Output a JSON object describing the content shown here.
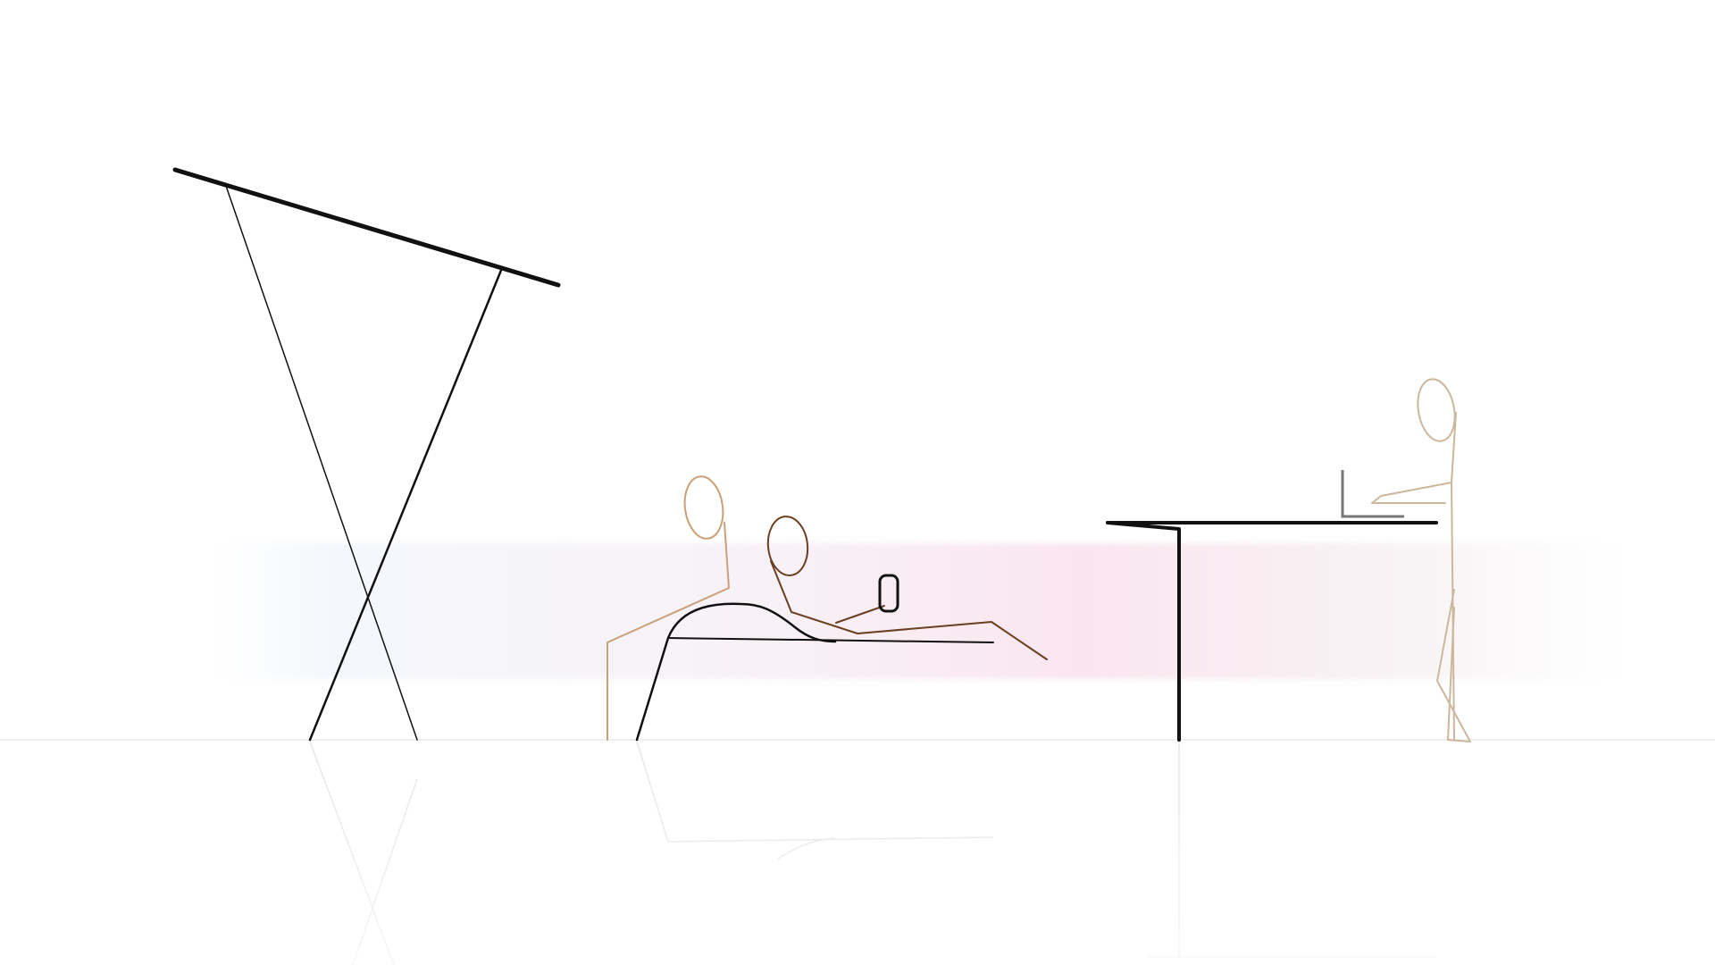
{
  "scene": {
    "background": "#ffffff",
    "accent_colors": {
      "furniture": "#111111",
      "person_sitting": "#c9a07a",
      "person_reclining": "#6b3f22",
      "person_standing": "#cbb79c",
      "laptop": "#777777",
      "glow_left": "#eef2fa",
      "glow_center": "#fbe4ee",
      "floor_line": "#eeeeee"
    },
    "elements": [
      "tilted-tabletop",
      "x-frame-legs",
      "reclining-chaise",
      "seated-person",
      "reclining-person",
      "phone",
      "desk",
      "laptop",
      "standing-person",
      "floor-reflection"
    ]
  }
}
